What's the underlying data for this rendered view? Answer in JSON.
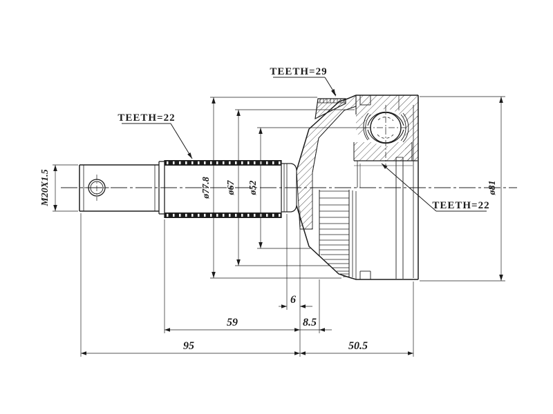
{
  "drawing": {
    "background": "#ffffff",
    "line_color": "#1c1c1c",
    "annotations": {
      "shaft_spline_teeth": "TEETH=22",
      "abs_ring_teeth": "TEETH=29",
      "bore_spline_teeth": "TEETH=22",
      "thread_spec": "M20X1.5"
    },
    "diameters": {
      "d77_8": "ø77.8",
      "d67": "ø67",
      "d52": "ø52",
      "d81": "ø81"
    },
    "lengths": {
      "l6": "6",
      "l59": "59",
      "l8_5": "8.5",
      "l95": "95",
      "l50_5": "50.5"
    }
  }
}
